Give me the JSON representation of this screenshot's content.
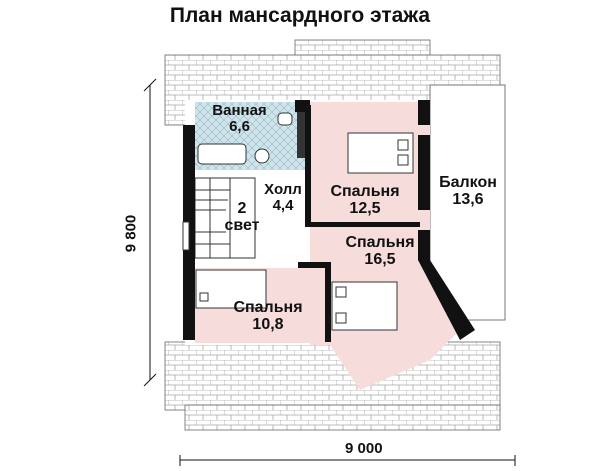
{
  "title": "План мансардного этажа",
  "rooms": [
    {
      "id": "bathroom",
      "name": "Ванная",
      "area": "6,6"
    },
    {
      "id": "hall",
      "name": "Холл",
      "area": "4,4"
    },
    {
      "id": "stair-void",
      "name": "2",
      "area": "свет"
    },
    {
      "id": "bedroom-1",
      "name": "Спальня",
      "area": "12,5"
    },
    {
      "id": "bedroom-2",
      "name": "Спальня",
      "area": "16,5"
    },
    {
      "id": "bedroom-3",
      "name": "Спальня",
      "area": "10,8"
    },
    {
      "id": "balcony",
      "name": "Балкон",
      "area": "13,6"
    }
  ],
  "dimensions": {
    "height": "9 800",
    "width": "9 000"
  },
  "colors": {
    "wall": "#111111",
    "bedroom_fill": "#f7dcdc",
    "bath_fill": "#cfe3ea",
    "roof_line": "#8a8a8a"
  }
}
